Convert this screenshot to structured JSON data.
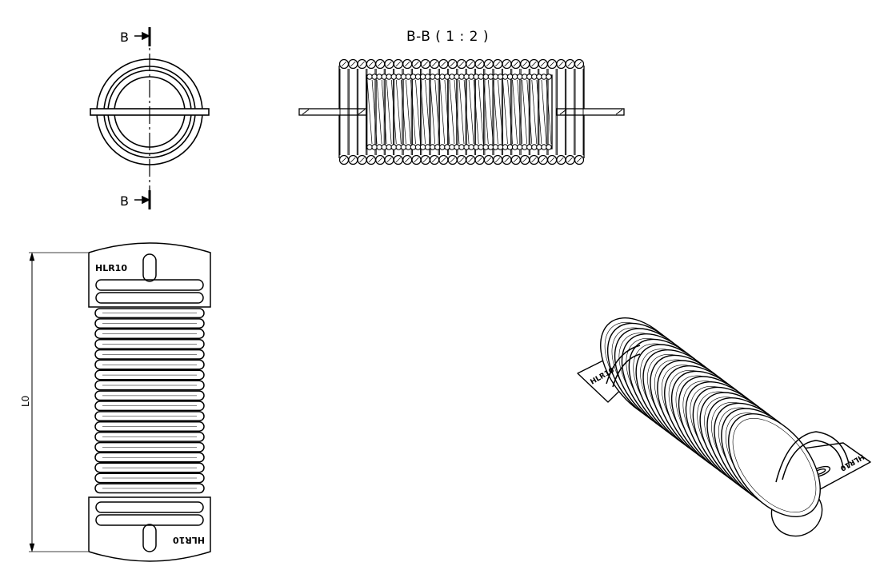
{
  "section_view": {
    "label_top": "B",
    "label_bottom": "B",
    "title": "B-B ( 1 : 2 )"
  },
  "front_view": {
    "dimension_label": "L0",
    "marking_top": "HLR10",
    "marking_bottom": "HLR10",
    "coil_turns": 18
  },
  "isometric_view": {
    "marking_left": "HLR10",
    "marking_right": "HLR10"
  },
  "section_coil": {
    "top_turns": 27,
    "inner_turns": 38
  }
}
